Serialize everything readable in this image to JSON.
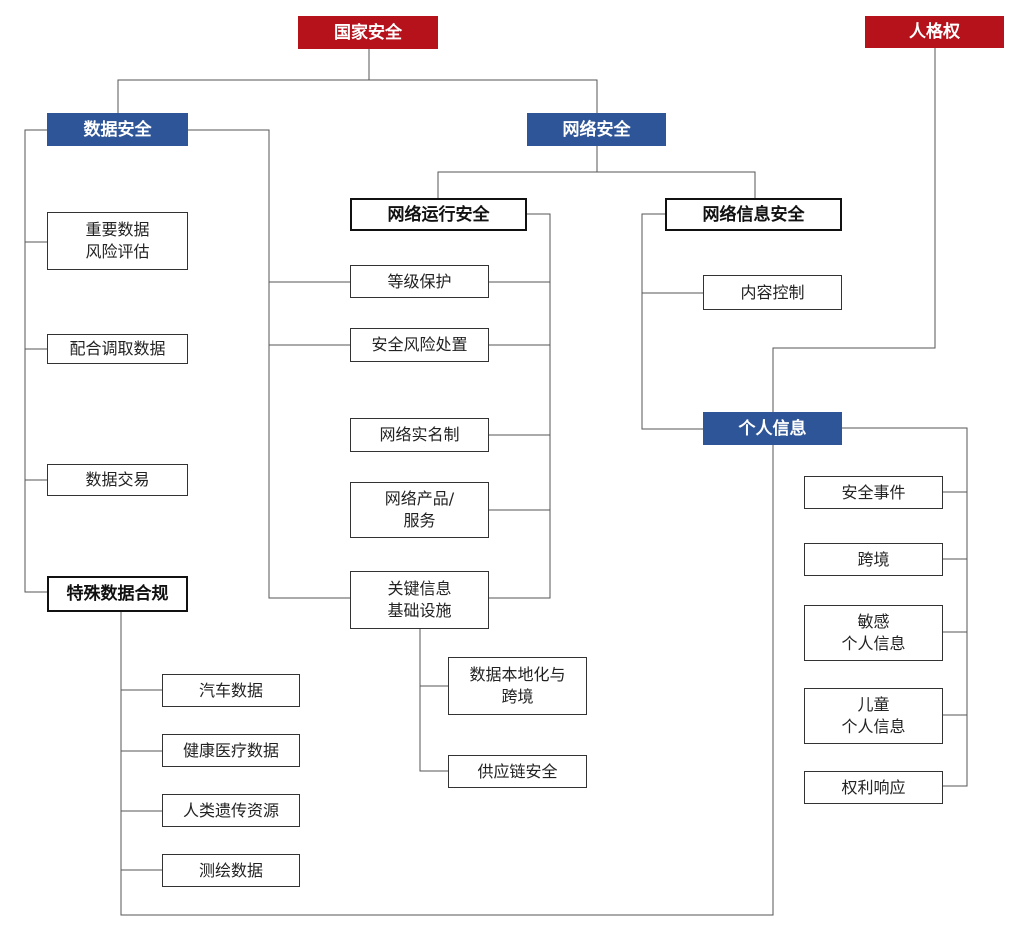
{
  "colors": {
    "top_node_bg": "#b5121b",
    "category_node_bg": "#2e5597",
    "line": "#555555",
    "box_border": "#333333"
  },
  "nodes": {
    "national_security": "国家安全",
    "personality_rights": "人格权",
    "data_security": "数据安全",
    "network_security": "网络安全",
    "important_data_risk_assessment": "重要数据\n风险评估",
    "cooperate_data_retrieval": "配合调取数据",
    "data_trading": "数据交易",
    "special_data_compliance": "特殊数据合规",
    "network_operation_security": "网络运行安全",
    "network_info_security": "网络信息安全",
    "classified_protection": "等级保护",
    "security_risk_handling": "安全风险处置",
    "network_real_name": "网络实名制",
    "network_products_services": "网络产品/\n服务",
    "critical_info_infrastructure": "关键信息\n基础设施",
    "content_control": "内容控制",
    "personal_information": "个人信息",
    "security_incident": "安全事件",
    "cross_border": "跨境",
    "sensitive_personal_info": "敏感\n个人信息",
    "children_personal_info": "儿童\n个人信息",
    "rights_response": "权利响应",
    "vehicle_data": "汽车数据",
    "health_medical_data": "健康医疗数据",
    "human_genetic_resources": "人类遗传资源",
    "surveying_mapping_data": "测绘数据",
    "data_localization_cross_border": "数据本地化与\n跨境",
    "supply_chain_security": "供应链安全"
  }
}
